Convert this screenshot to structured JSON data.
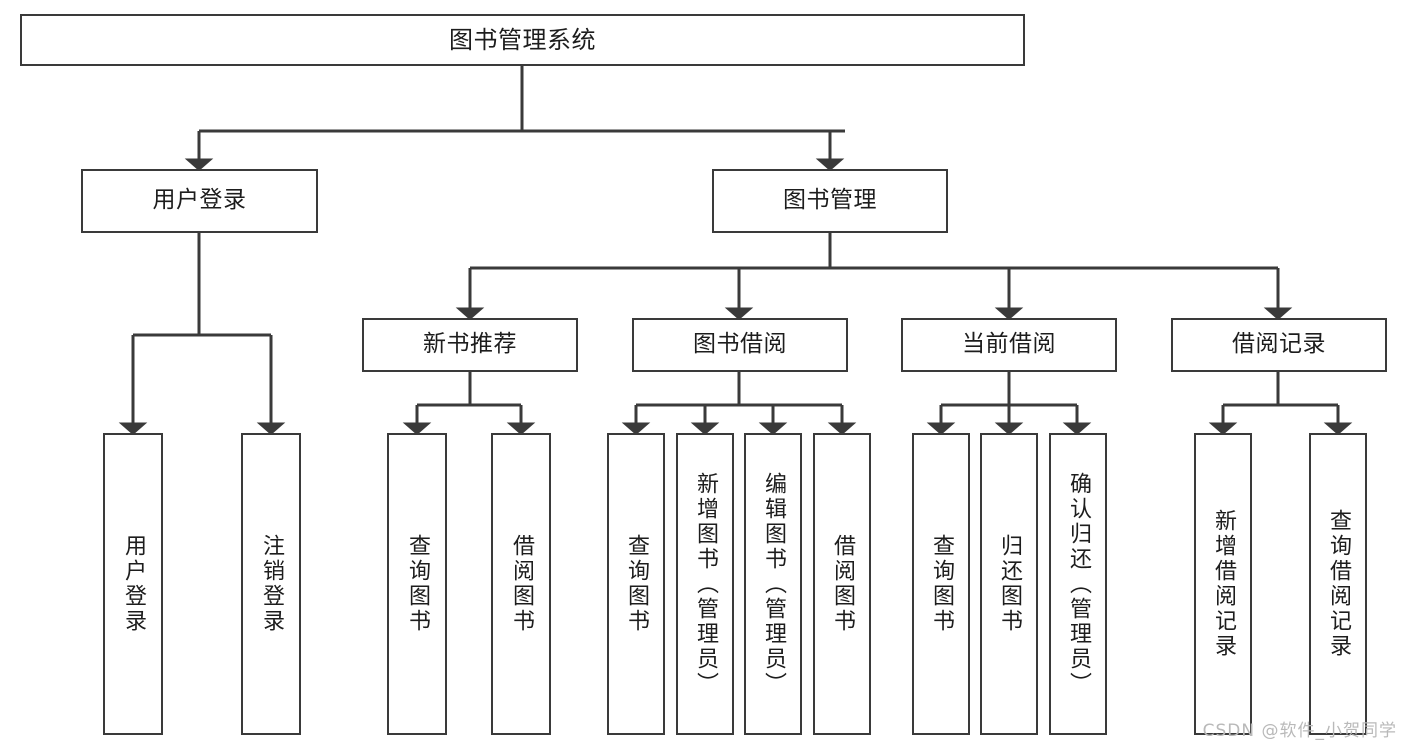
{
  "diagram": {
    "type": "tree",
    "title": "图书管理系统",
    "watermark": "CSDN @软件_小贺同学",
    "root": {
      "id": "root",
      "label": "图书管理系统",
      "level": 0
    },
    "level1": [
      {
        "id": "user-login",
        "label": "用户登录"
      },
      {
        "id": "book-manage",
        "label": "图书管理"
      }
    ],
    "level2": [
      {
        "id": "new-book-rec",
        "label": "新书推荐",
        "parent": "book-manage"
      },
      {
        "id": "book-borrow",
        "label": "图书借阅",
        "parent": "book-manage"
      },
      {
        "id": "current-borrow",
        "label": "当前借阅",
        "parent": "book-manage"
      },
      {
        "id": "borrow-record",
        "label": "借阅记录",
        "parent": "book-manage"
      }
    ],
    "leaves": [
      {
        "id": "leaf-user-login",
        "label": "用户登录",
        "parent": "user-login"
      },
      {
        "id": "leaf-logout",
        "label": "注销登录",
        "parent": "user-login"
      },
      {
        "id": "leaf-query-book-1",
        "label": "查询图书",
        "parent": "new-book-rec"
      },
      {
        "id": "leaf-borrow-book-1",
        "label": "借阅图书",
        "parent": "new-book-rec"
      },
      {
        "id": "leaf-query-book-2",
        "label": "查询图书",
        "parent": "book-borrow"
      },
      {
        "id": "leaf-add-book",
        "label": "新增图书（管理员）",
        "parent": "book-borrow"
      },
      {
        "id": "leaf-edit-book",
        "label": "编辑图书（管理员）",
        "parent": "book-borrow"
      },
      {
        "id": "leaf-borrow-book-2",
        "label": "借阅图书",
        "parent": "book-borrow"
      },
      {
        "id": "leaf-query-book-3",
        "label": "查询图书",
        "parent": "current-borrow"
      },
      {
        "id": "leaf-return-book",
        "label": "归还图书",
        "parent": "current-borrow"
      },
      {
        "id": "leaf-confirm-return",
        "label": "确认归还（管理员）",
        "parent": "current-borrow"
      },
      {
        "id": "leaf-add-record",
        "label": "新增借阅记录",
        "parent": "borrow-record"
      },
      {
        "id": "leaf-query-record",
        "label": "查询借阅记录",
        "parent": "borrow-record"
      }
    ],
    "colors": {
      "stroke": "#3a3a3a",
      "text": "#1d1d1d",
      "background": "#ffffff",
      "watermark": "#b9b9b9"
    }
  }
}
